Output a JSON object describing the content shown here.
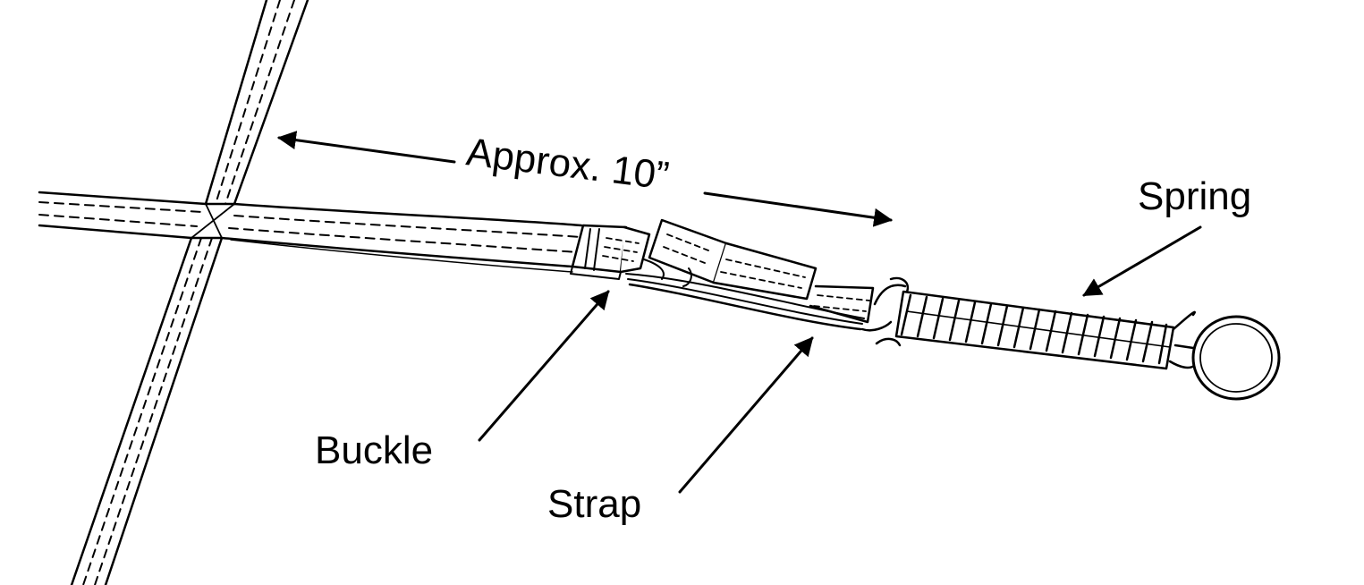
{
  "labels": {
    "measurement": "Approx. 10”",
    "spring": "Spring",
    "buckle": "Buckle",
    "strap": "Strap"
  },
  "colors": {
    "ink": "#000000",
    "paper": "#ffffff"
  }
}
